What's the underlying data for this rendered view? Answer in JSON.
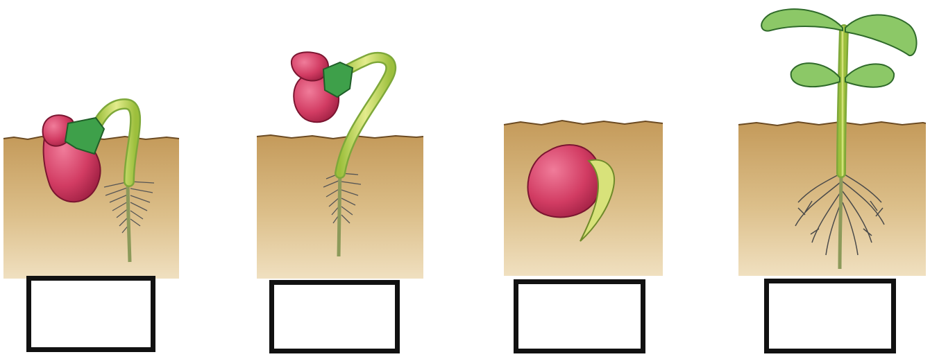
{
  "colors": {
    "soil_top": "#c49a5a",
    "soil_bottom": "#ecd9b4",
    "seed": "#d23c63",
    "seed_highlight": "#f08aa5",
    "stem": "#c8d86a",
    "leaf": "#7cbf5a",
    "leaf_dark": "#3e8a3a",
    "root": "#555555",
    "box_border": "#111111"
  },
  "panels": [
    {
      "stage": "hook-stem-seed-in-soil",
      "answer": ""
    },
    {
      "stage": "seed-lifted-above-soil",
      "answer": ""
    },
    {
      "stage": "seed-with-radicle",
      "answer": ""
    },
    {
      "stage": "seedling-with-leaves",
      "answer": ""
    }
  ]
}
